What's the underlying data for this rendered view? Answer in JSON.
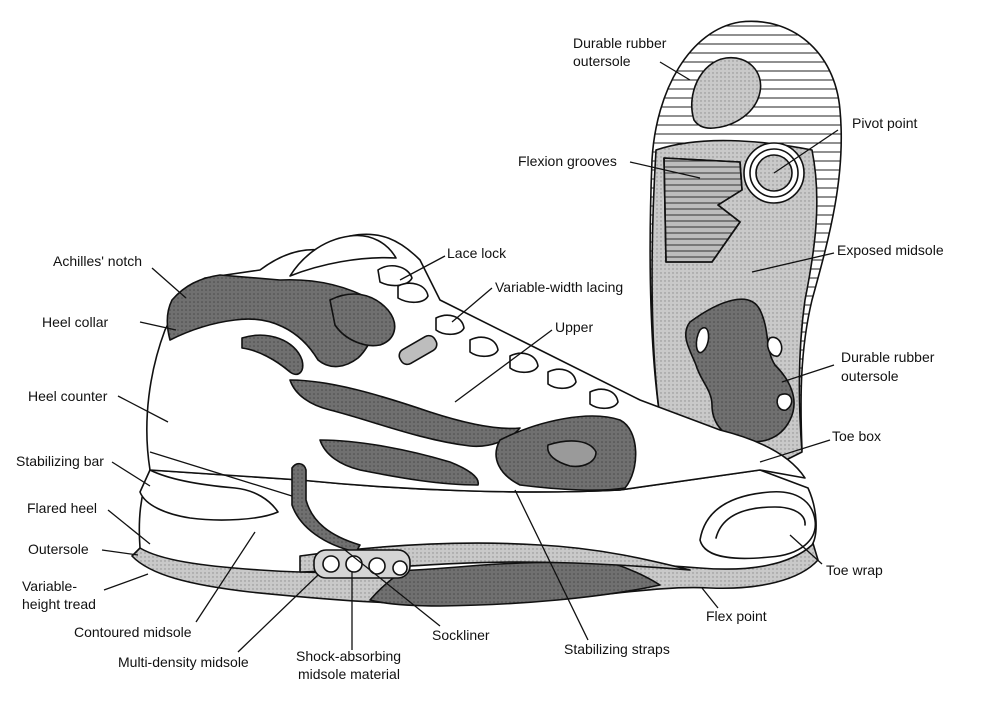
{
  "labels": {
    "durable_rubber_outersole_top": [
      "Durable rubber",
      "outersole"
    ],
    "pivot_point": "Pivot point",
    "flexion_grooves": "Flexion grooves",
    "exposed_midsole": "Exposed midsole",
    "durable_rubber_outersole_side": [
      "Durable rubber",
      "outersole"
    ],
    "toe_box": "Toe box",
    "toe_wrap": "Toe wrap",
    "flex_point": "Flex point",
    "stabilizing_straps": "Stabilizing straps",
    "sockliner": "Sockliner",
    "shock_absorbing_midsole_material": [
      "Shock-absorbing",
      "midsole material"
    ],
    "multi_density_midsole": "Multi-density midsole",
    "contoured_midsole": "Contoured midsole",
    "variable_height_tread": [
      "Variable-",
      "height tread"
    ],
    "outersole": "Outersole",
    "flared_heel": "Flared heel",
    "stabilizing_bar": "Stabilizing bar",
    "heel_counter": "Heel counter",
    "heel_collar": "Heel collar",
    "achilles_notch": "Achilles' notch",
    "lace_lock": "Lace lock",
    "variable_width_lacing": "Variable-width lacing",
    "upper": "Upper"
  }
}
